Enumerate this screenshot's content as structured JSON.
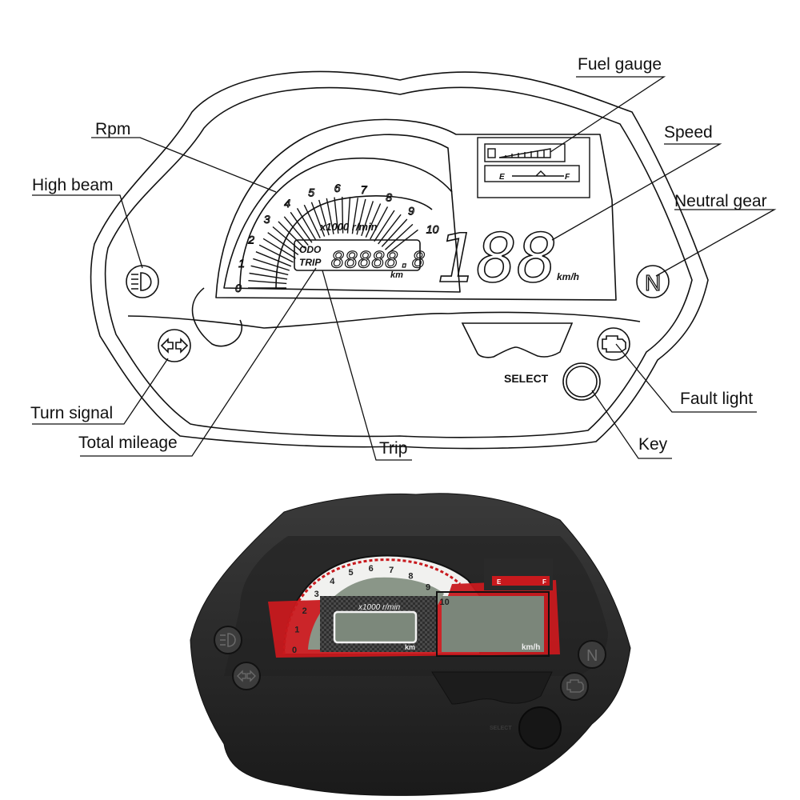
{
  "callouts": {
    "fuel_gauge": "Fuel gauge",
    "rpm": "Rpm",
    "speed": "Speed",
    "high_beam": "High beam",
    "neutral_gear": "Neutral gear",
    "turn_signal": "Turn signal",
    "fault_light": "Fault light",
    "total_mileage": "Total mileage",
    "trip": "Trip",
    "key": "Key"
  },
  "sketch": {
    "tach_ticks": [
      "0",
      "1",
      "2",
      "3",
      "4",
      "5",
      "6",
      "7",
      "8",
      "9",
      "10"
    ],
    "rpm_unit": "x1000 r/min",
    "odo_label": "ODO",
    "trip_label": "TRIP",
    "odometer_digits": "88888.8",
    "distance_unit": "km",
    "speed_digits": "188",
    "speed_unit": "km/h",
    "fuel_empty": "E",
    "fuel_full": "F",
    "select_label": "SELECT",
    "neutral_symbol": "N"
  },
  "photo": {
    "tach_ticks": [
      "0",
      "1",
      "2",
      "3",
      "4",
      "5",
      "6",
      "7",
      "8",
      "9",
      "10"
    ],
    "rpm_unit": "x1000 r/min",
    "distance_unit": "km",
    "speed_unit": "km/h",
    "fuel_empty": "E",
    "fuel_full": "F",
    "select_label": "SELECT",
    "neutral_symbol": "N"
  },
  "colors": {
    "line": "#111111",
    "housing": "#2b2b2b",
    "housing_dark": "#171717",
    "red_accent": "#c8191d",
    "lcd": "#6f7d72",
    "carbon": "#3a3a3a"
  }
}
